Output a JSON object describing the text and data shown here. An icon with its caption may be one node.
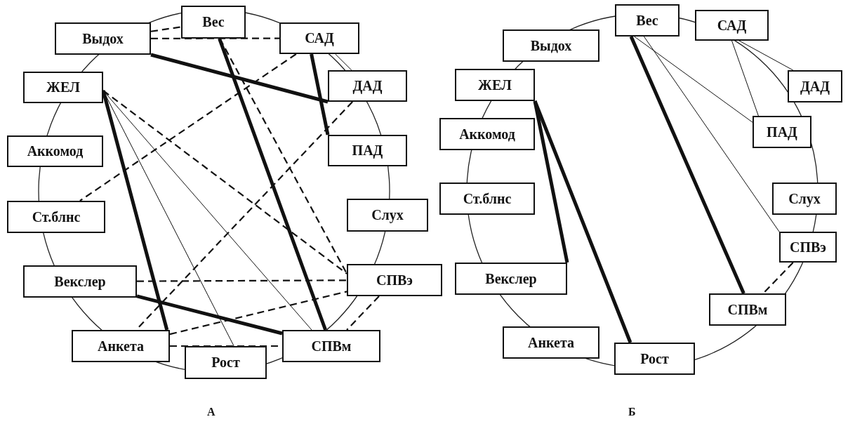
{
  "diagram": {
    "nodes": [
      {
        "text": [
          "Вес"
        ]
      },
      {
        "text": [
          "Выдох"
        ]
      },
      {
        "text": [
          "САД"
        ]
      },
      {
        "text": [
          "ЖЕЛ"
        ]
      },
      {
        "text": [
          "ДАД"
        ]
      },
      {
        "text": [
          "Аккомод"
        ]
      },
      {
        "text": [
          "ПАД"
        ]
      },
      {
        "text": [
          "Ст.блнс"
        ]
      },
      {
        "text": [
          "Слух"
        ]
      },
      {
        "text": [
          "Векслер"
        ]
      },
      {
        "text": [
          "СПВэ"
        ]
      },
      {
        "text": [
          "Анкета"
        ]
      },
      {
        "text": [
          "СПВм"
        ]
      },
      {
        "text": [
          "Рост"
        ]
      },
      {
        "text": [
          "Вес"
        ]
      },
      {
        "text": [
          "САД"
        ]
      },
      {
        "text": [
          "Выдох"
        ]
      },
      {
        "text": [
          "ЖЕЛ"
        ]
      },
      {
        "text": [
          "ДАД"
        ]
      },
      {
        "text": [
          "Аккомод"
        ]
      },
      {
        "text": [
          "ПАД"
        ]
      },
      {
        "text": [
          "Ст.блнс"
        ]
      },
      {
        "text": [
          "Слух"
        ]
      },
      {
        "text": [
          "СПВэ"
        ]
      },
      {
        "text": [
          "Векслер"
        ]
      },
      {
        "text": [
          "СПВм"
        ]
      },
      {
        "text": [
          "Анкета"
        ]
      },
      {
        "text": [
          "Рост"
        ]
      }
    ],
    "edges": [
      {
        "from": 1,
        "to": 0,
        "arrow": "none",
        "style": "dashed"
      },
      {
        "from": 1,
        "to": 2,
        "arrow": "none",
        "style": "dashed"
      },
      {
        "from": 1,
        "to": 4,
        "arrow": "none",
        "style": "thick"
      },
      {
        "from": 0,
        "to": 12,
        "arrow": "none",
        "style": "thick"
      },
      {
        "from": 0,
        "to": 10,
        "arrow": "none",
        "style": "dashed"
      },
      {
        "from": 2,
        "to": 4,
        "arrow": "none"
      },
      {
        "from": 2,
        "to": 6,
        "arrow": "none",
        "style": "thick"
      },
      {
        "from": 2,
        "to": 7,
        "arrow": "none",
        "style": "dashed"
      },
      {
        "from": 4,
        "to": 11,
        "arrow": "none",
        "style": "dashed"
      },
      {
        "from": 3,
        "to": 11,
        "arrow": "none",
        "style": "thick"
      },
      {
        "from": 3,
        "to": 13,
        "arrow": "none"
      },
      {
        "from": 3,
        "to": 12,
        "arrow": "none"
      },
      {
        "from": 3,
        "to": 10,
        "arrow": "none",
        "style": "dashed"
      },
      {
        "from": 9,
        "to": 10,
        "arrow": "none",
        "style": "dashed"
      },
      {
        "from": 9,
        "to": 12,
        "arrow": "none",
        "style": "thick"
      },
      {
        "from": 11,
        "to": 10,
        "arrow": "none",
        "style": "dashed"
      },
      {
        "from": 11,
        "to": 12,
        "arrow": "none",
        "style": "dashed"
      },
      {
        "from": 10,
        "to": 12,
        "arrow": "none",
        "style": "dashed"
      },
      {
        "from": 14,
        "to": 20,
        "arrow": "none"
      },
      {
        "from": 14,
        "to": 23,
        "arrow": "none"
      },
      {
        "from": 14,
        "to": 25,
        "arrow": "none",
        "style": "thick"
      },
      {
        "from": 15,
        "to": 18,
        "arrow": "none"
      },
      {
        "from": 15,
        "to": 20,
        "arrow": "none"
      },
      {
        "from": 17,
        "to": 24,
        "arrow": "none",
        "style": "thick"
      },
      {
        "from": 17,
        "to": 27,
        "arrow": "none",
        "style": "thick"
      },
      {
        "from": 23,
        "to": 25,
        "arrow": "none",
        "style": "dashed"
      }
    ],
    "labels": [
      "А",
      "Б"
    ]
  }
}
